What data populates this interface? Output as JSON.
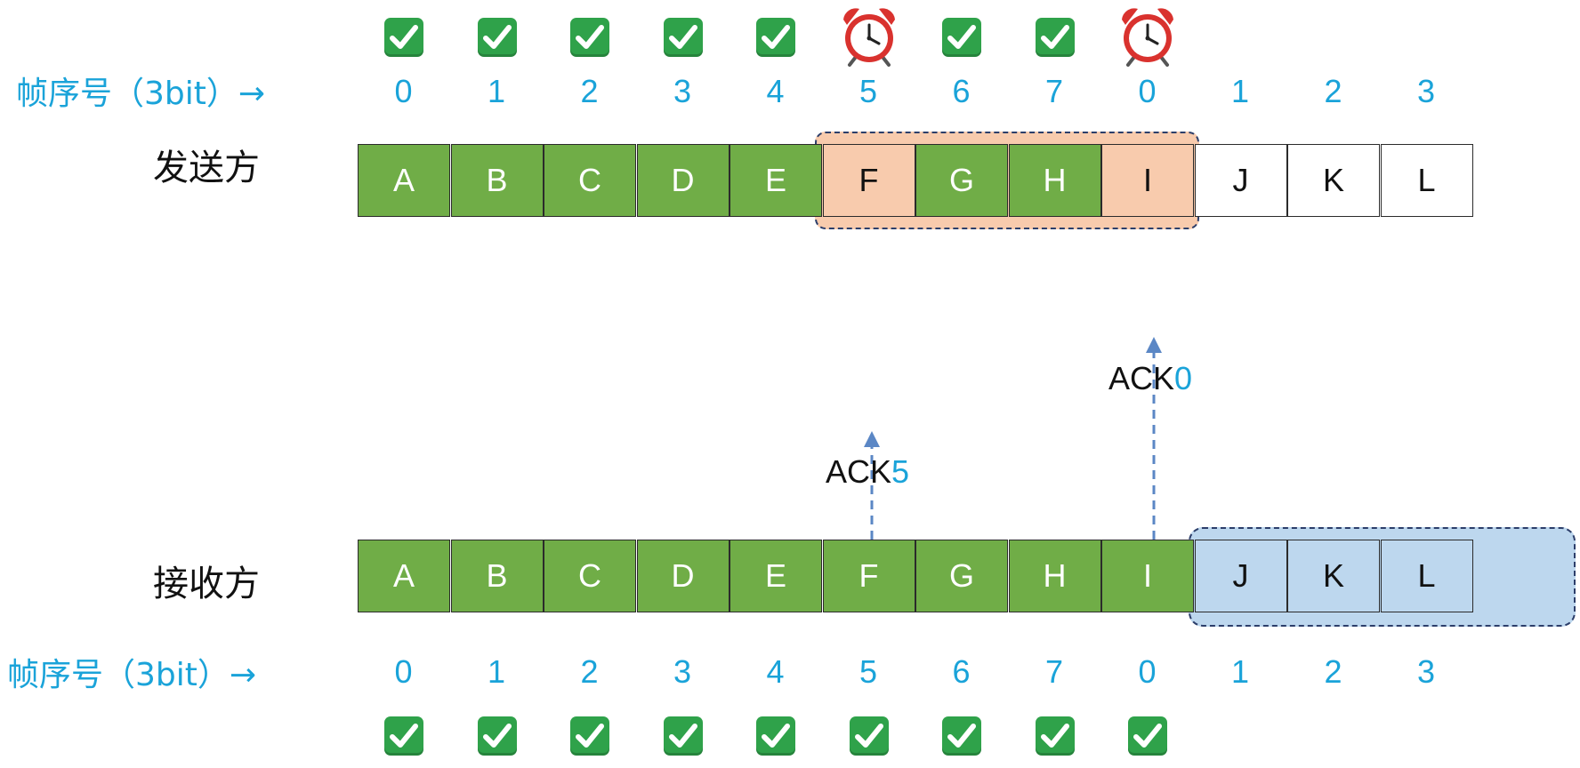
{
  "sender": {
    "title": "发送方",
    "seq_label": "帧序号（3bit）→",
    "seq_numbers": [
      "0",
      "1",
      "2",
      "3",
      "4",
      "5",
      "6",
      "7",
      "0",
      "1",
      "2",
      "3"
    ],
    "frames": [
      "A",
      "B",
      "C",
      "D",
      "E",
      "F",
      "G",
      "H",
      "I",
      "J",
      "K",
      "L"
    ],
    "frame_states": [
      "acked",
      "acked",
      "acked",
      "acked",
      "acked",
      "pending",
      "acked",
      "acked",
      "pending",
      "unsent",
      "unsent",
      "unsent"
    ],
    "status_icons": [
      "check-icon",
      "check-icon",
      "check-icon",
      "check-icon",
      "check-icon",
      "alarm-clock-icon",
      "check-icon",
      "check-icon",
      "alarm-clock-icon"
    ]
  },
  "receiver": {
    "title": "接收方",
    "seq_label": "帧序号（3bit）→",
    "seq_numbers": [
      "0",
      "1",
      "2",
      "3",
      "4",
      "5",
      "6",
      "7",
      "0",
      "1",
      "2",
      "3"
    ],
    "frames": [
      "A",
      "B",
      "C",
      "D",
      "E",
      "F",
      "G",
      "H",
      "I",
      "J",
      "K",
      "L"
    ],
    "frame_states": [
      "received",
      "received",
      "received",
      "received",
      "received",
      "received",
      "received",
      "received",
      "received",
      "window",
      "window",
      "window"
    ],
    "status_icons": [
      "check-icon",
      "check-icon",
      "check-icon",
      "check-icon",
      "check-icon",
      "check-icon",
      "check-icon",
      "check-icon",
      "check-icon"
    ]
  },
  "acks": [
    {
      "prefix": "ACK",
      "number": "5",
      "from_frame": "F"
    },
    {
      "prefix": "ACK",
      "number": "0",
      "from_frame": "I"
    }
  ],
  "colors": {
    "acked_green": "#70ad47",
    "pending_peach": "#f8cbad",
    "receive_window_blue": "#bdd7ee",
    "seq_cyan": "#1aa3d9",
    "check_green": "#2fa24a",
    "clock_red": "#d9322e",
    "ack_arrow": "#5b87c5"
  }
}
